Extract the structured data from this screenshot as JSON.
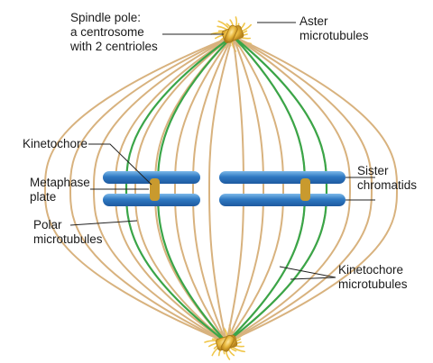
{
  "labels": {
    "spindle_pole": [
      "Spindle pole:",
      "a centrosome",
      "with 2 centrioles"
    ],
    "aster": [
      "Aster",
      "microtubules"
    ],
    "kinetochore": [
      "Kinetochore"
    ],
    "metaphase_plate": [
      "Metaphase",
      "plate"
    ],
    "polar": [
      "Polar",
      "microtubules"
    ],
    "sister": [
      "Sister",
      "chromatids"
    ],
    "kinetochore_mt": [
      "Kinetochore",
      "microtubules"
    ]
  },
  "colors": {
    "polar_microtubule": "#d8b27e",
    "kinetochore_microtubule": "#3aa548",
    "chromatid": "#2f79c2",
    "chromatid_highlight": "#6fb0e6",
    "centromere": "#c99a2e",
    "centrosome": "#e3b43a",
    "aster_ray": "#f0c64a",
    "leader_line": "#222222"
  }
}
